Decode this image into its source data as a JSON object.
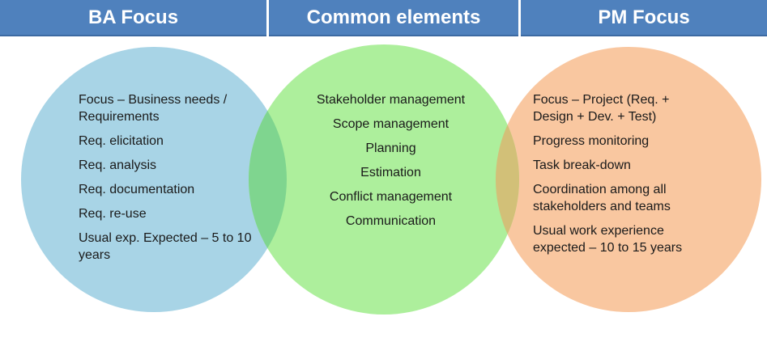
{
  "headers": {
    "ba": "BA Focus",
    "common": "Common elements",
    "pm": "PM Focus"
  },
  "ba_items": [
    "Focus – Business needs / Requirements",
    "Req. elicitation",
    "Req. analysis",
    "Req. documentation",
    "Req. re-use",
    "Usual exp. Expected – 5 to 10 years"
  ],
  "common_items": [
    "Stakeholder management",
    "Scope management",
    "Planning",
    "Estimation",
    "Conflict management",
    "Communication"
  ],
  "pm_items": [
    "Focus – Project (Req. + Design + Dev. + Test)",
    "Progress monitoring",
    "Task break-down",
    "Coordination among all stakeholders and teams",
    "Usual work experience expected – 10 to 15 years"
  ],
  "colors": {
    "header_bg": "#4f81bd",
    "ba_circle": "#a8d4e6",
    "common_circle": "#adef9c",
    "pm_circle": "#f9c7a0",
    "overlap_left": "#7fd58f",
    "overlap_right": "#d2c078"
  }
}
